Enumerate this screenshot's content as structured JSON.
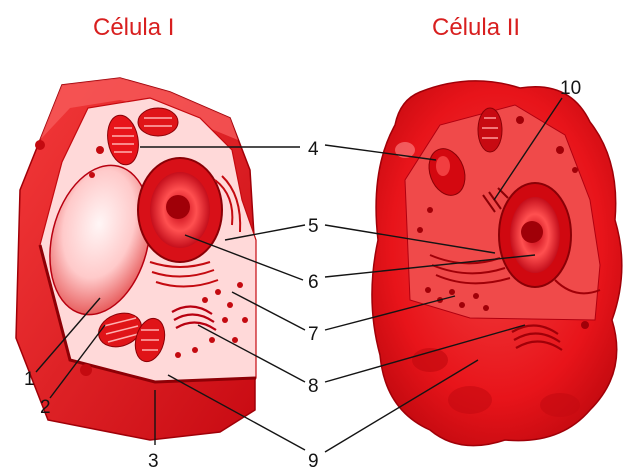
{
  "titles": {
    "cell_1": "Célula I",
    "cell_2": "Célula II"
  },
  "labels": {
    "l1": "1",
    "l2": "2",
    "l3": "3",
    "l4": "4",
    "l5": "5",
    "l6": "6",
    "l7": "7",
    "l8": "8",
    "l9": "9",
    "l10": "10"
  },
  "colors": {
    "tint": "#e8141a",
    "dark": "#a00008",
    "light": "#ffd6d6",
    "text": "#141414",
    "title": "#d81f1f"
  }
}
